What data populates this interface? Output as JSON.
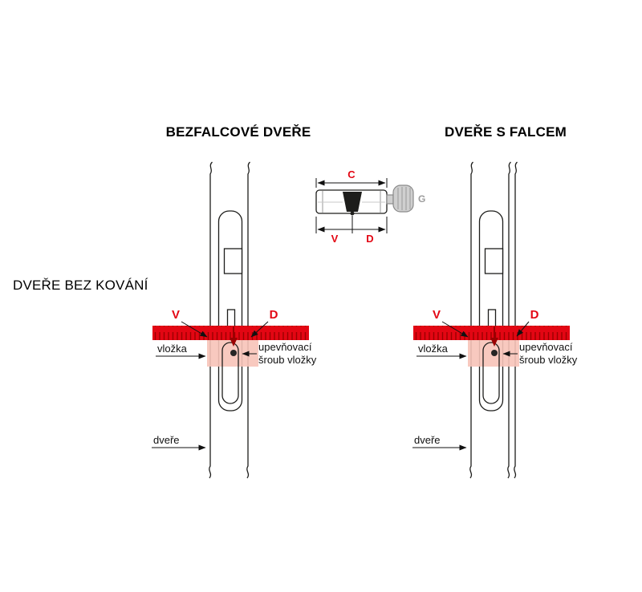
{
  "titles": {
    "left": "BEZFALCOVÉ DVEŘE",
    "right": "DVEŘE S FALCEM",
    "side_note": "DVEŘE BEZ KOVÁNÍ"
  },
  "cylinder_detail": {
    "dim_width": "C",
    "dim_left": "V",
    "dim_right": "D",
    "knob_label": "G"
  },
  "left_diagram": {
    "dim_v": "V",
    "dim_d": "D",
    "cylinder_label": "vložka",
    "screw_label_line1": "upevňovací",
    "screw_label_line2": "šroub vložky",
    "door_label": "dveře"
  },
  "right_diagram": {
    "dim_v": "V",
    "dim_d": "D",
    "cylinder_label": "vložka",
    "screw_label_line1": "upevňovací",
    "screw_label_line2": "šroub vložky",
    "door_label": "dveře"
  },
  "colors": {
    "accent_red": "#e30613",
    "tick_red": "#9b0000",
    "highlight_pink": "#f7c3b8",
    "line_black": "#1d1d1b",
    "knob_gray": "#9c9c9c"
  }
}
